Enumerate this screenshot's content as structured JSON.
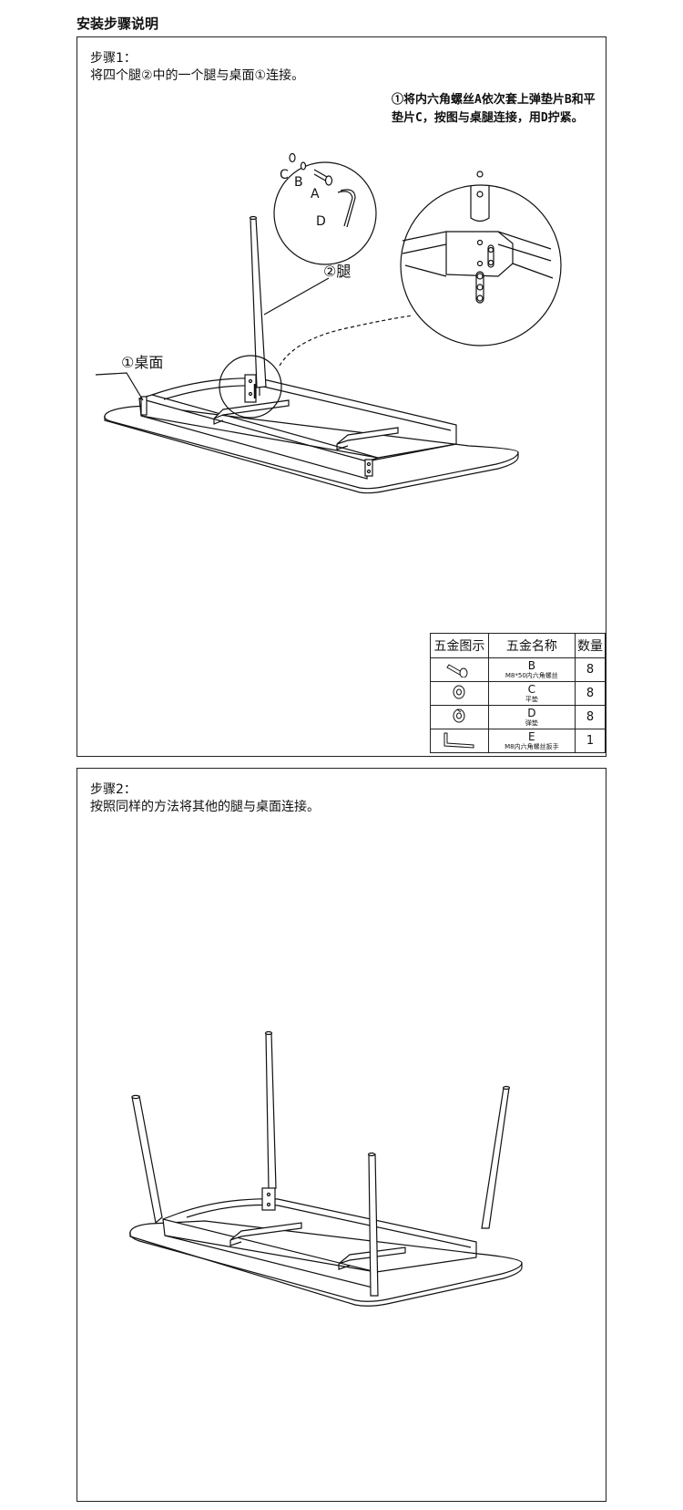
{
  "page_title": "安装步骤说明",
  "step1": {
    "label": "步骤1：",
    "desc": "将四个腿②中的一个腿与桌面①连接。",
    "note": "①将内六角螺丝A依次套上弹垫片B和平垫片C，按图与桌腿连接，用D拧紧。",
    "callouts": {
      "leg": "②腿",
      "top": "①桌面",
      "c": "C",
      "b": "B",
      "a": "A",
      "d": "D"
    }
  },
  "hardware_table": {
    "headers": [
      "五金图示",
      "五金名称",
      "数量"
    ],
    "rows": [
      {
        "icon": "bolt-icon",
        "code": "B",
        "spec": "M8*50内六角螺丝",
        "qty": "8"
      },
      {
        "icon": "flat-washer-icon",
        "code": "C",
        "spec": "平垫",
        "qty": "8"
      },
      {
        "icon": "spring-washer-icon",
        "code": "D",
        "spec": "弹垫",
        "qty": "8"
      },
      {
        "icon": "hex-key-icon",
        "code": "E",
        "spec": "M8内六角螺丝扳手",
        "qty": "1"
      }
    ]
  },
  "step2": {
    "label": "步骤2：",
    "desc": "按照同样的方法将其他的腿与桌面连接。"
  }
}
